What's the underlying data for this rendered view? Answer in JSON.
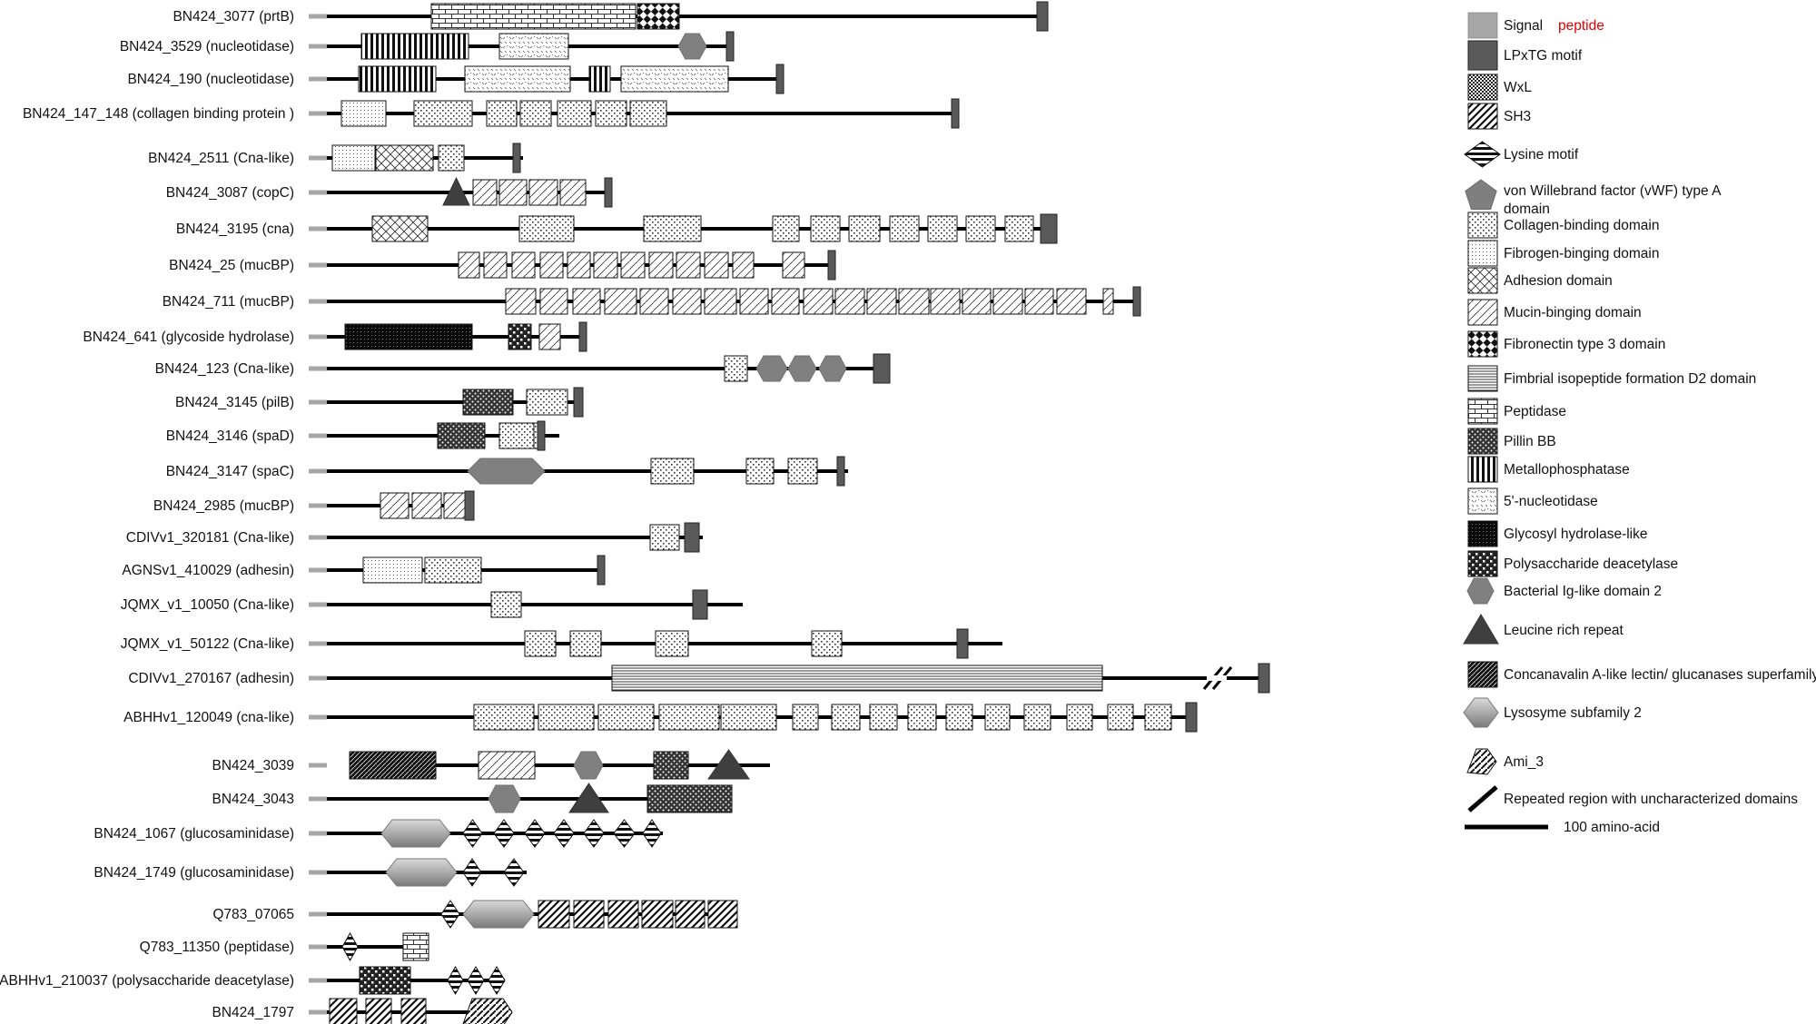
{
  "proteins": [
    {
      "label": "BN424_3077 (prtB)",
      "line": [
        340,
        1148
      ],
      "domains": [
        [
          "pep",
          475,
          700
        ],
        [
          "fn3",
          702,
          748
        ],
        [
          "lpx",
          1142,
          1154
        ]
      ]
    },
    {
      "label": "BN424_3529 (nucleotidase)",
      "line": [
        360,
        804
      ],
      "domains": [
        [
          "metal",
          398,
          516
        ],
        [
          "nuc",
          550,
          626
        ],
        [
          "bigl",
          747,
          778
        ],
        [
          "lpx",
          800,
          808
        ]
      ]
    },
    {
      "label": "BN424_190 (nucleotidase)",
      "line": [
        360,
        862
      ],
      "domains": [
        [
          "metal",
          395,
          480
        ],
        [
          "nuc",
          512,
          628
        ],
        [
          "metal",
          649,
          672
        ],
        [
          "nuc",
          684,
          802
        ],
        [
          "lpx",
          855,
          863
        ]
      ]
    },
    {
      "label": "BN424_147_148 (collagen binding protein )",
      "line": [
        360,
        1052
      ],
      "domains": [
        [
          "fib",
          376,
          425
        ],
        [
          "coll",
          456,
          520
        ],
        [
          "coll",
          536,
          569
        ],
        [
          "coll",
          573,
          607
        ],
        [
          "coll",
          614,
          651
        ],
        [
          "coll",
          656,
          690
        ],
        [
          "coll",
          694,
          734
        ],
        [
          "lpx",
          1048,
          1056
        ]
      ]
    },
    {
      "label": "BN424_2511 (Cna-like)",
      "line": [
        360,
        576
      ],
      "domains": [
        [
          "fib",
          366,
          413
        ],
        [
          "adh",
          414,
          477
        ],
        [
          "coll",
          483,
          511
        ],
        [
          "lpx",
          565,
          573
        ]
      ]
    },
    {
      "label": "BN424_3087 (copC)",
      "line": [
        360,
        674
      ],
      "domains": [
        [
          "lrr",
          488,
          517
        ],
        [
          "muc",
          521,
          547
        ],
        [
          "muc",
          550,
          580
        ],
        [
          "muc",
          583,
          614
        ],
        [
          "muc",
          617,
          645
        ],
        [
          "lpx",
          666,
          674
        ]
      ]
    },
    {
      "label": "BN424_3195 (cna)",
      "line": [
        360,
        1164
      ],
      "domains": [
        [
          "adh",
          410,
          471
        ],
        [
          "coll",
          572,
          632
        ],
        [
          "coll",
          709,
          772
        ],
        [
          "coll",
          851,
          880
        ],
        [
          "coll",
          893,
          925
        ],
        [
          "coll",
          935,
          969
        ],
        [
          "coll",
          980,
          1012
        ],
        [
          "coll",
          1022,
          1054
        ],
        [
          "coll",
          1064,
          1096
        ],
        [
          "coll",
          1107,
          1138
        ],
        [
          "lpx",
          1146,
          1164
        ]
      ]
    },
    {
      "label": "BN424_25 (mucBP)",
      "line": [
        360,
        920
      ],
      "domains": [
        [
          "muc",
          505,
          528
        ],
        [
          "muc",
          533,
          558
        ],
        [
          "muc",
          564,
          589
        ],
        [
          "muc",
          595,
          620
        ],
        [
          "muc",
          625,
          650
        ],
        [
          "muc",
          654,
          680
        ],
        [
          "muc",
          684,
          710
        ],
        [
          "muc",
          715,
          741
        ],
        [
          "muc",
          745,
          771
        ],
        [
          "muc",
          776,
          802
        ],
        [
          "muc",
          807,
          830
        ],
        [
          "muc",
          862,
          886
        ],
        [
          "lpx",
          912,
          920
        ]
      ]
    },
    {
      "label": "BN424_711 (mucBP)",
      "line": [
        360,
        1255
      ],
      "domains": [
        [
          "muc",
          557,
          590
        ],
        [
          "muc",
          595,
          625
        ],
        [
          "muc",
          631,
          661
        ],
        [
          "muc",
          666,
          701
        ],
        [
          "muc",
          705,
          736
        ],
        [
          "muc",
          741,
          772
        ],
        [
          "muc",
          776,
          811
        ],
        [
          "muc",
          815,
          846
        ],
        [
          "muc",
          850,
          880
        ],
        [
          "muc",
          885,
          917
        ],
        [
          "muc",
          920,
          952
        ],
        [
          "muc",
          955,
          987
        ],
        [
          "muc",
          990,
          1023
        ],
        [
          "muc",
          1025,
          1057
        ],
        [
          "muc",
          1060,
          1091
        ],
        [
          "muc",
          1094,
          1126
        ],
        [
          "muc",
          1129,
          1160
        ],
        [
          "muc",
          1164,
          1196
        ],
        [
          "muc",
          1215,
          1226
        ],
        [
          "lpx",
          1248,
          1256
        ]
      ]
    },
    {
      "label": "BN424_641 (glycoside hydrolase)",
      "line": [
        360,
        646
      ],
      "domains": [
        [
          "glyco",
          380,
          520
        ],
        [
          "polysac",
          560,
          585
        ],
        [
          "muc",
          594,
          617
        ],
        [
          "lpx",
          638,
          646
        ]
      ]
    },
    {
      "label": "BN424_123 (Cna-like)",
      "line": [
        360,
        980
      ],
      "domains": [
        [
          "coll",
          798,
          823
        ],
        [
          "bigl",
          833,
          867
        ],
        [
          "bigl",
          868,
          899
        ],
        [
          "bigl",
          902,
          932
        ],
        [
          "lpx",
          962,
          980
        ]
      ]
    },
    {
      "label": "BN424_3145 (pilB)",
      "line": [
        360,
        642
      ],
      "domains": [
        [
          "pillin",
          510,
          565
        ],
        [
          "coll",
          580,
          625
        ],
        [
          "lpx",
          632,
          642
        ]
      ]
    },
    {
      "label": "BN424_3146 (spaD)",
      "line": [
        360,
        616
      ],
      "domains": [
        [
          "pillin",
          482,
          534
        ],
        [
          "coll",
          550,
          588
        ],
        [
          "coll",
          588,
          592
        ],
        [
          "lpx",
          592,
          600
        ]
      ]
    },
    {
      "label": "BN424_3147 (spaC)",
      "line": [
        360,
        934
      ],
      "domains": [
        [
          "lys",
          515,
          600
        ],
        [
          "coll",
          717,
          764
        ],
        [
          "coll",
          822,
          852
        ],
        [
          "coll",
          868,
          900
        ],
        [
          "lpx",
          922,
          930
        ]
      ]
    },
    {
      "label": "BN424_2985 (mucBP)",
      "line": [
        360,
        522
      ],
      "domains": [
        [
          "muc",
          419,
          450
        ],
        [
          "muc",
          454,
          486
        ],
        [
          "muc",
          489,
          512
        ],
        [
          "lpx",
          512,
          522
        ]
      ]
    },
    {
      "label": "CDIVv1_320181 (Cna-like)",
      "line": [
        360,
        774
      ],
      "domains": [
        [
          "coll",
          716,
          748
        ],
        [
          "lpx",
          754,
          770
        ]
      ]
    },
    {
      "label": "AGNSv1_410029 (adhesin)",
      "line": [
        360,
        666
      ],
      "domains": [
        [
          "fib",
          400,
          465
        ],
        [
          "coll",
          468,
          530
        ],
        [
          "lpx",
          658,
          666
        ]
      ]
    },
    {
      "label": "JQMX_v1_10050 (Cna-like)",
      "line": [
        360,
        818
      ],
      "domains": [
        [
          "coll",
          541,
          574
        ],
        [
          "lpx",
          763,
          779
        ]
      ]
    },
    {
      "label": "JQMX_v1_50122 (Cna-like)",
      "line": [
        360,
        1104
      ],
      "domains": [
        [
          "coll",
          578,
          612
        ],
        [
          "coll",
          628,
          662
        ],
        [
          "coll",
          722,
          758
        ],
        [
          "coll",
          894,
          927
        ],
        [
          "lpx",
          1054,
          1066
        ]
      ]
    },
    {
      "label": "CDIVv1_270167 (adhesin)",
      "line": [
        360,
        1388
      ],
      "domains": [
        [
          "fimb",
          674,
          1214
        ],
        [
          "lpx",
          1386,
          1398
        ]
      ]
    },
    {
      "label": "ABHHv1_120049 (cna-like)",
      "line": [
        360,
        1312
      ],
      "domains": [
        [
          "coll",
          522,
          588
        ],
        [
          "coll",
          593,
          654
        ],
        [
          "coll",
          659,
          720
        ],
        [
          "coll",
          726,
          792
        ],
        [
          "coll",
          794,
          855
        ],
        [
          "coll",
          873,
          901
        ],
        [
          "coll",
          916,
          947
        ],
        [
          "coll",
          958,
          988
        ],
        [
          "coll",
          1000,
          1031
        ],
        [
          "coll",
          1042,
          1071
        ],
        [
          "coll",
          1085,
          1112
        ],
        [
          "coll",
          1128,
          1157
        ],
        [
          "coll",
          1175,
          1203
        ],
        [
          "coll",
          1220,
          1248
        ],
        [
          "coll",
          1261,
          1290
        ],
        [
          "lpx",
          1306,
          1318
        ]
      ]
    },
    {
      "label": "BN424_3039",
      "line": [
        385,
        848
      ],
      "domains": [
        [
          "conA",
          385,
          480
        ],
        [
          "muc",
          527,
          589
        ],
        [
          "bigl",
          632,
          664
        ],
        [
          "pillin",
          720,
          758
        ],
        [
          "lrr",
          780,
          825
        ]
      ]
    },
    {
      "label": "BN424_3043",
      "line": [
        360,
        806
      ],
      "domains": [
        [
          "bigl",
          538,
          573
        ],
        [
          "lrr",
          627,
          670
        ],
        [
          "pillin",
          713,
          806
        ]
      ]
    },
    {
      "label": "BN424_1067 (glucosaminidase)",
      "line": [
        360,
        730
      ],
      "domains": [
        [
          "lyso",
          420,
          496
        ],
        [
          "lysm",
          510,
          531
        ],
        [
          "lysm",
          544,
          566
        ],
        [
          "lysm",
          578,
          600
        ],
        [
          "lysm",
          610,
          632
        ],
        [
          "lysm",
          643,
          665
        ],
        [
          "lysm",
          676,
          699
        ],
        [
          "lysm",
          708,
          728
        ]
      ]
    },
    {
      "label": "BN424_1749 (glucosaminidase)",
      "line": [
        360,
        580
      ],
      "domains": [
        [
          "lyso",
          425,
          503
        ],
        [
          "lysm",
          510,
          530
        ],
        [
          "lysm",
          555,
          577
        ]
      ]
    },
    {
      "label": "Q783_07065",
      "line": [
        360,
        812
      ],
      "domains": [
        [
          "lysm",
          486,
          506
        ],
        [
          "lyso",
          510,
          588
        ],
        [
          "sh3",
          593,
          627
        ],
        [
          "sh3",
          632,
          665
        ],
        [
          "sh3",
          670,
          703
        ],
        [
          "sh3",
          707,
          741
        ],
        [
          "sh3",
          744,
          776
        ],
        [
          "sh3",
          780,
          812
        ]
      ]
    },
    {
      "label": "Q783_11350 (peptidase)",
      "line": [
        360,
        470
      ],
      "domains": [
        [
          "lysm",
          377,
          394
        ],
        [
          "pep",
          444,
          472
        ]
      ]
    },
    {
      "label": "ABHHv1_210037 (polysaccharide deacetylase)",
      "line": [
        360,
        556
      ],
      "domains": [
        [
          "polysac",
          396,
          452
        ],
        [
          "lysm",
          493,
          510
        ],
        [
          "lysm",
          515,
          533
        ],
        [
          "lysm",
          538,
          556
        ]
      ]
    },
    {
      "label": "BN424_1797",
      "line": [
        360,
        564
      ],
      "domains": [
        [
          "sh3",
          363,
          393
        ],
        [
          "sh3",
          403,
          431
        ],
        [
          "sh3",
          442,
          469
        ],
        [
          "ami",
          510,
          564
        ]
      ]
    }
  ],
  "legend": [
    {
      "type": "sig",
      "text": "Signal ",
      "text2": "peptide"
    },
    {
      "type": "lpx",
      "text": "LPxTG motif"
    },
    {
      "type": "wxl",
      "text": "WxL"
    },
    {
      "type": "sh3",
      "text": "SH3"
    },
    {
      "type": "lysm",
      "text": "Lysine motif"
    },
    {
      "type": "vwf",
      "text": "von Willebrand factor (vWF) type A",
      "text2": "domain"
    },
    {
      "type": "coll",
      "text": "Collagen-binding domain"
    },
    {
      "type": "fib",
      "text": "Fibrogen-binging domain"
    },
    {
      "type": "adh",
      "text": "Adhesion domain"
    },
    {
      "type": "muc",
      "text": "Mucin-binging domain"
    },
    {
      "type": "fn3",
      "text": "Fibronectin type 3 domain"
    },
    {
      "type": "fimb",
      "text": "Fimbrial isopeptide formation D2 domain"
    },
    {
      "type": "pep",
      "text": "Peptidase"
    },
    {
      "type": "pillin",
      "text": "Pillin BB"
    },
    {
      "type": "metal",
      "text": "Metallophosphatase"
    },
    {
      "type": "nuc",
      "text": "5'-nucleotidase"
    },
    {
      "type": "glyco",
      "text": "Glycosyl hydrolase-like"
    },
    {
      "type": "polysac",
      "text": "Polysaccharide deacetylase"
    },
    {
      "type": "bigl",
      "text": "Bacterial Ig-like domain 2"
    },
    {
      "type": "lrr",
      "text": "Leucine rich repeat"
    },
    {
      "type": "conA",
      "text": "Concanavalin A-like lectin/ glucanases superfamily"
    },
    {
      "type": "lyso",
      "text": "Lysosyme subfamily 2"
    },
    {
      "type": "ami",
      "text": "Ami_3"
    },
    {
      "type": "rep",
      "text": "Repeated region with uncharacterized domains"
    },
    {
      "type": "scale",
      "text": "100 amino-acid"
    }
  ]
}
